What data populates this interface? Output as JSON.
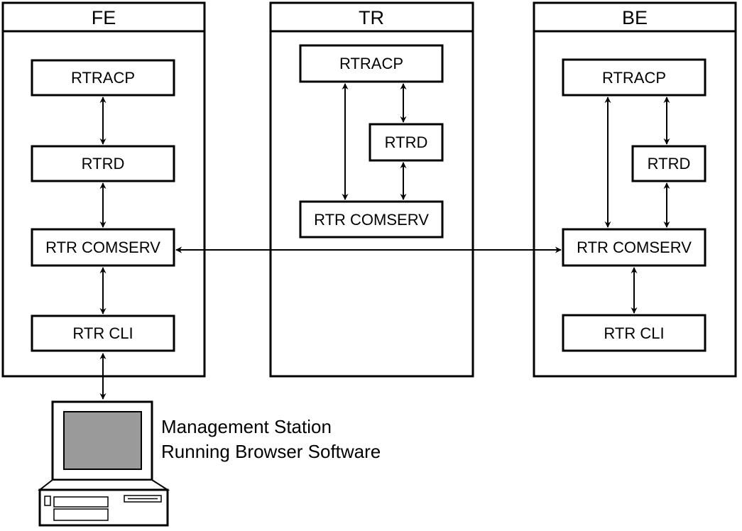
{
  "containers": {
    "fe": {
      "title": "FE"
    },
    "tr": {
      "title": "TR"
    },
    "be": {
      "title": "BE"
    }
  },
  "nodes": {
    "fe_rtracp": "RTRACP",
    "fe_rtrd": "RTRD",
    "fe_comserv": "RTR COMSERV",
    "fe_cli": "RTR CLI",
    "tr_rtracp": "RTRACP",
    "tr_rtrd": "RTRD",
    "tr_comserv": "RTR COMSERV",
    "be_rtracp": "RTRACP",
    "be_rtrd": "RTRD",
    "be_comserv": "RTR COMSERV",
    "be_cli": "RTR CLI"
  },
  "station": {
    "line1": "Management Station",
    "line2": "Running Browser Software"
  },
  "colors": {
    "stroke": "#000000",
    "screen": "#9a9a9a",
    "background": "#ffffff"
  }
}
